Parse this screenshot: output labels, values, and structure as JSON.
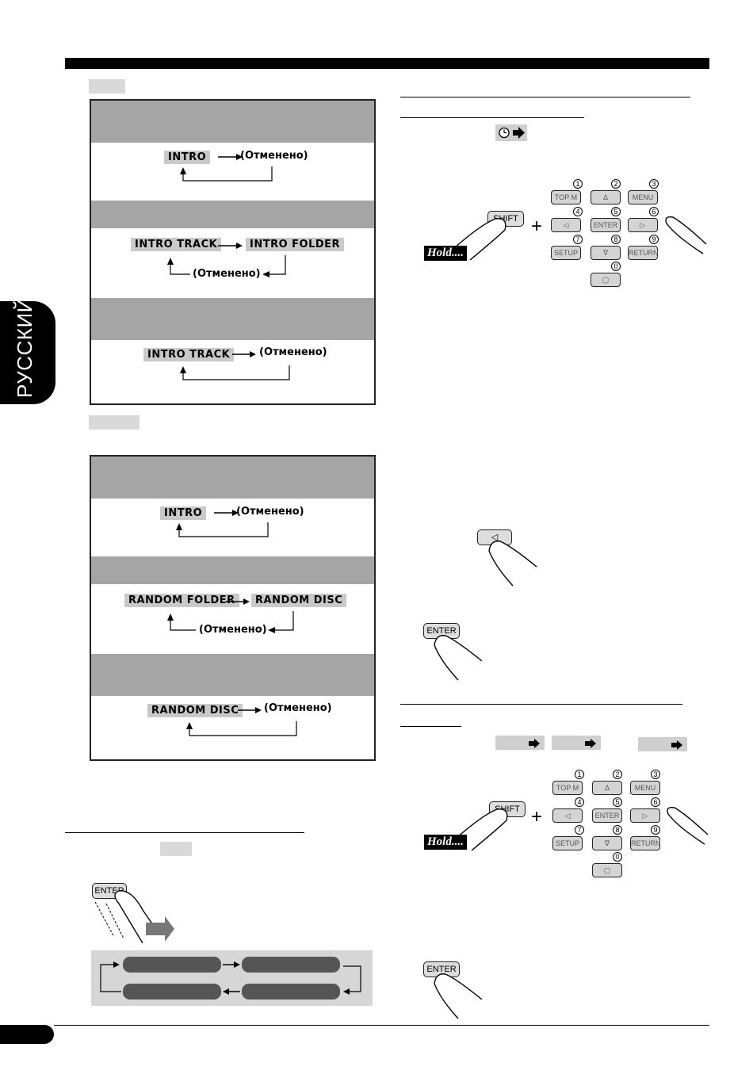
{
  "side_label": "РУССКИЙ",
  "intro_section": {
    "row1": {
      "chips": [
        "INTRO"
      ],
      "cancel": "(Отменено)"
    },
    "row2": {
      "chips": [
        "INTRO TRACK",
        "INTRO FOLDER"
      ],
      "cancel": "(Отменено)"
    },
    "row3": {
      "chips": [
        "INTRO TRACK"
      ],
      "cancel": "(Отменено)"
    }
  },
  "random_section": {
    "row1": {
      "chips": [
        "INTRO"
      ],
      "cancel": "(Отменено)"
    },
    "row2": {
      "chips": [
        "RANDOM FOLDER",
        "RANDOM DISC"
      ],
      "cancel": "(Отменено)"
    },
    "row3": {
      "chips": [
        "RANDOM DISC"
      ],
      "cancel": "(Отменено)"
    }
  },
  "remote": {
    "shift": "SHIFT",
    "hold": "Hold....",
    "plus": "+",
    "keys": {
      "top_m": "TOP M",
      "up": "Δ",
      "menu": "MENU",
      "left": "◁",
      "enter": "ENTER",
      "right": "▷",
      "setup": "SETUP",
      "down": "∇",
      "return": "RETURN",
      "zero": "▢"
    },
    "nums": [
      "1",
      "2",
      "3",
      "4",
      "5",
      "6",
      "7",
      "8",
      "9",
      "0"
    ]
  },
  "buttons": {
    "left_arrow": "◁",
    "enter": "ENTER"
  },
  "icons": {
    "clock_arrow": "clock-arrow-icon"
  }
}
